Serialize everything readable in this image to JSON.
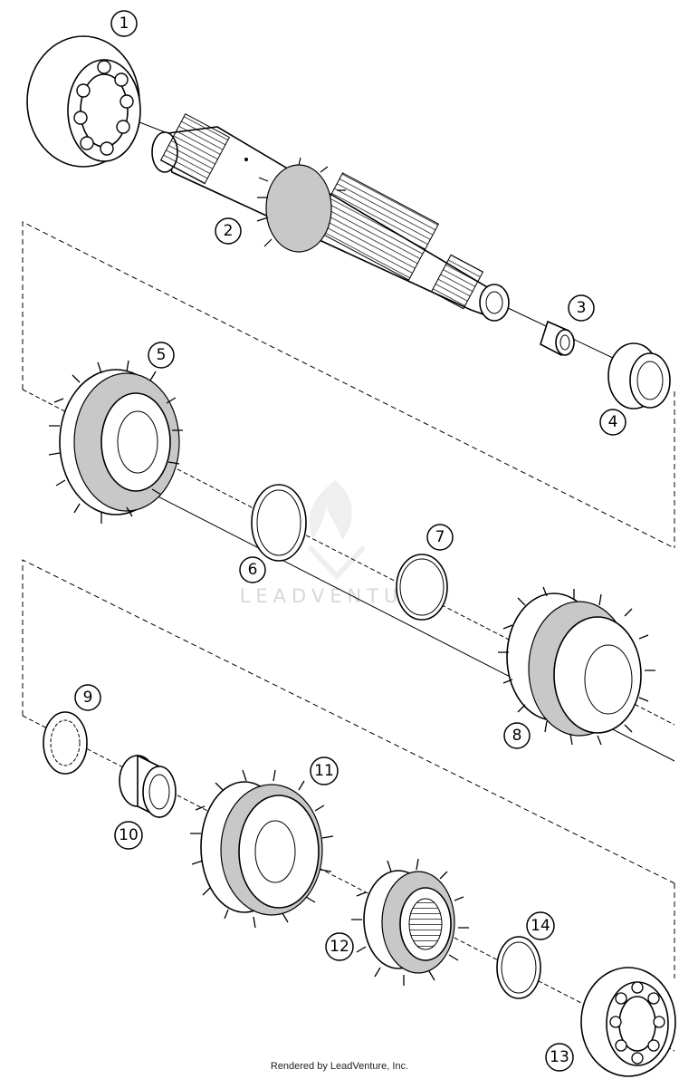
{
  "callouts": [
    "1",
    "2",
    "3",
    "4",
    "5",
    "6",
    "7",
    "8",
    "9",
    "10",
    "11",
    "12",
    "13",
    "14"
  ],
  "watermark": "LEADVENTURE",
  "footer": "Rendered by LeadVenture, Inc."
}
